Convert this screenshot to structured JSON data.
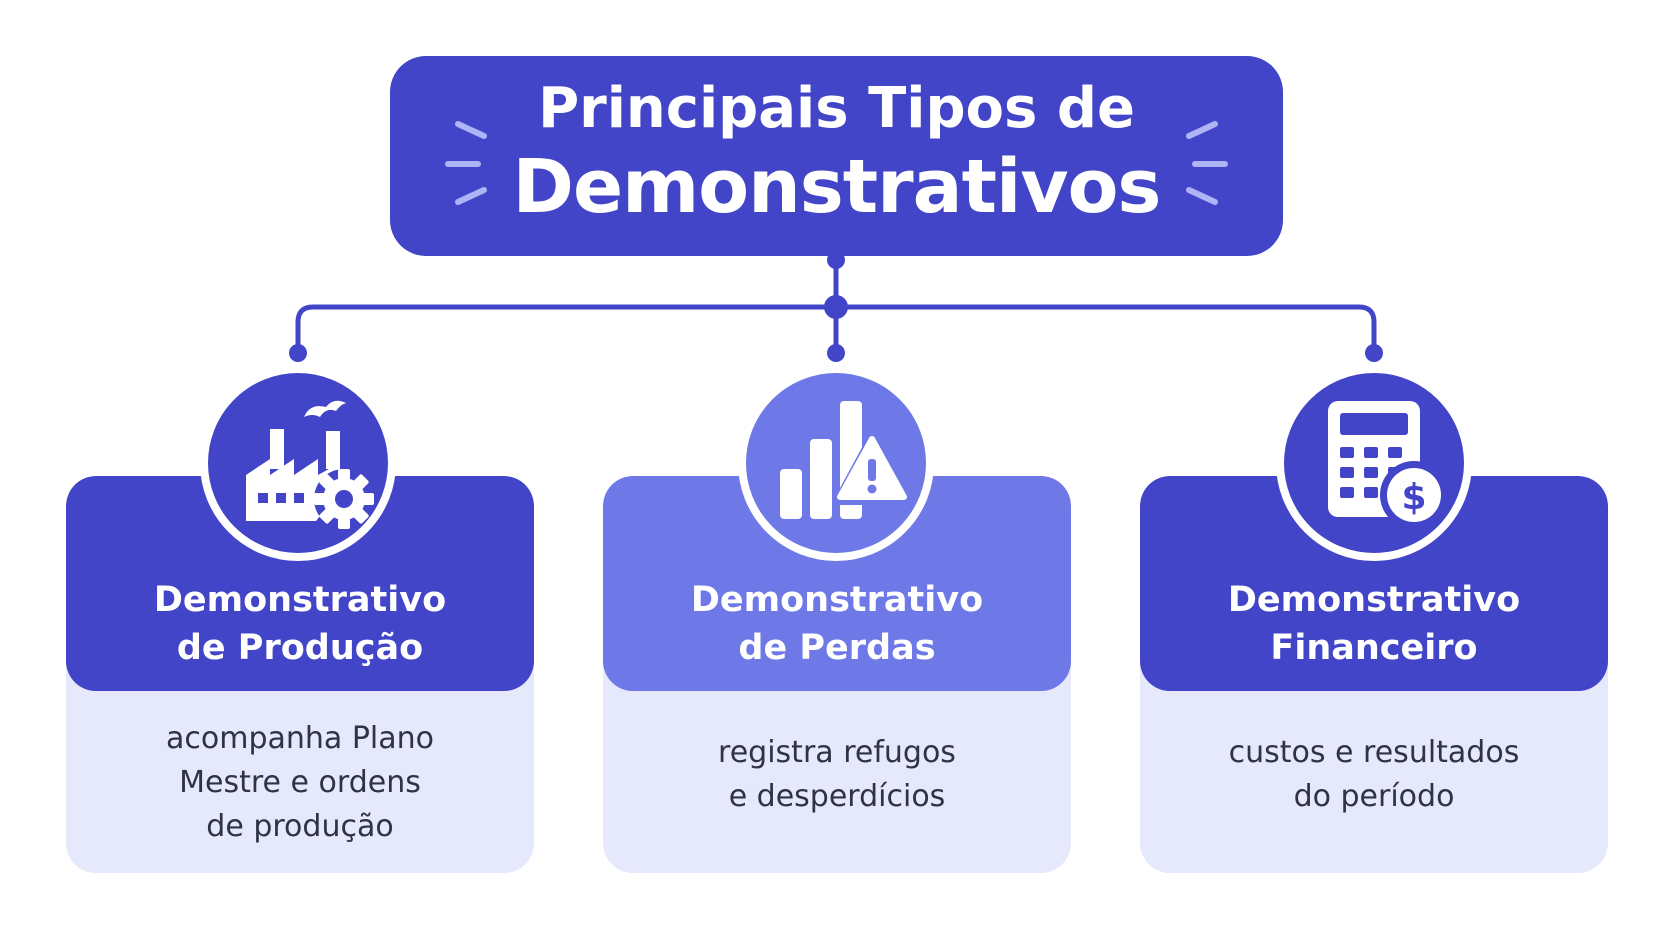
{
  "title": {
    "line1": "Principais Tipos de",
    "line2": "Demonstrativos"
  },
  "colors": {
    "primary": "#4245c8",
    "secondary": "#6e78e6",
    "card_body": "#e6e9fb",
    "text_dark": "#2f3343"
  },
  "cards": [
    {
      "title_line1": "Demonstrativo",
      "title_line2": "de Produção",
      "description": [
        "acompanha Plano",
        "Mestre e ordens",
        "de produção"
      ],
      "icon": "factory-gear-icon"
    },
    {
      "title_line1": "Demonstrativo",
      "title_line2": "de Perdas",
      "description": [
        "registra refugos",
        "e desperdícios"
      ],
      "icon": "bar-chart-warning-icon"
    },
    {
      "title_line1": "Demonstrativo",
      "title_line2": "Financeiro",
      "description": [
        "custos e resultados",
        "do período"
      ],
      "icon": "calculator-dollar-icon"
    }
  ]
}
